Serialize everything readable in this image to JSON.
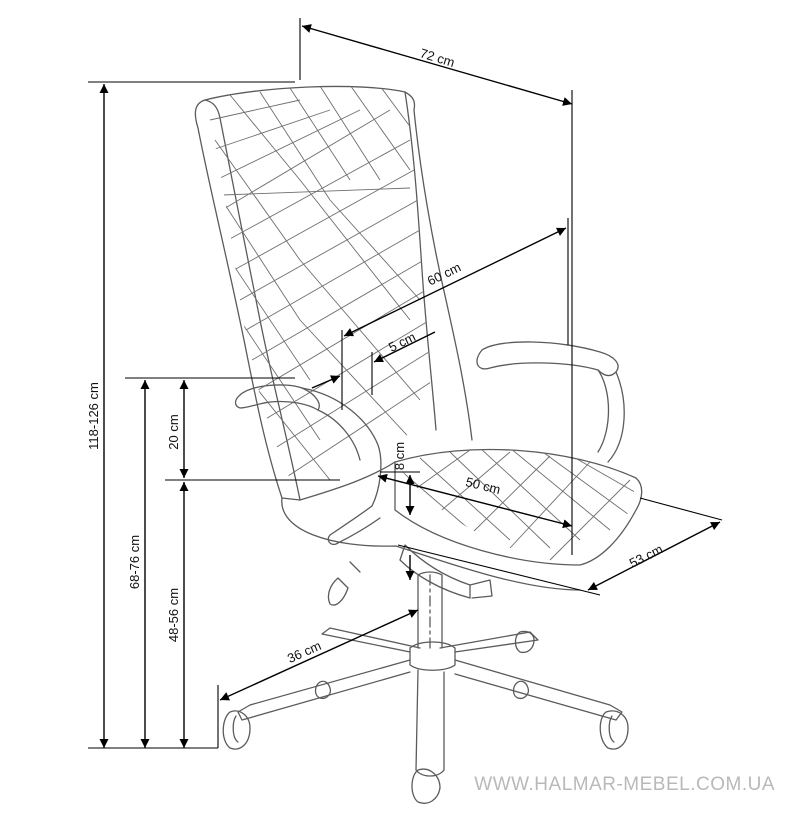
{
  "dimensions": {
    "total_width": "72 cm",
    "back_width": "60 cm",
    "back_thickness": "5 cm",
    "seat_depth": "50 cm",
    "base_depth": "53 cm",
    "seat_thickness": "8 cm",
    "base_radius": "36 cm",
    "armrest_height": "20 cm",
    "total_height": "118-126 cm",
    "armrest_floor_height": "68-76 cm",
    "seat_height": "48-56 cm"
  },
  "watermark": "WWW.HALMAR-MEBEL.COM.UA",
  "colors": {
    "line": "#000000",
    "drawing": "#5b5b5b",
    "watermark": "#b9b9b9"
  }
}
